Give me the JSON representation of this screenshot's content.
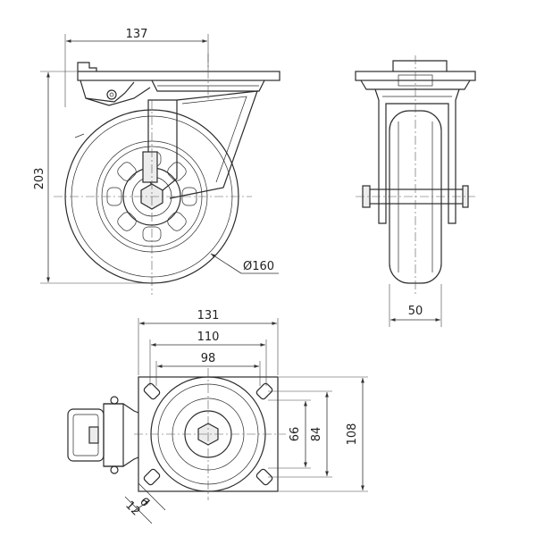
{
  "dimensions": {
    "top_width": "137",
    "height": "203",
    "wheel_diameter": "Ø160",
    "wheel_width": "50",
    "plate_width": "131",
    "hole_spacing_outer": "110",
    "hole_spacing_inner": "98",
    "hole_spacing_v_inner": "66",
    "hole_spacing_v_mid": "84",
    "plate_depth": "108",
    "slot_a": "12",
    "slot_b": "6"
  }
}
